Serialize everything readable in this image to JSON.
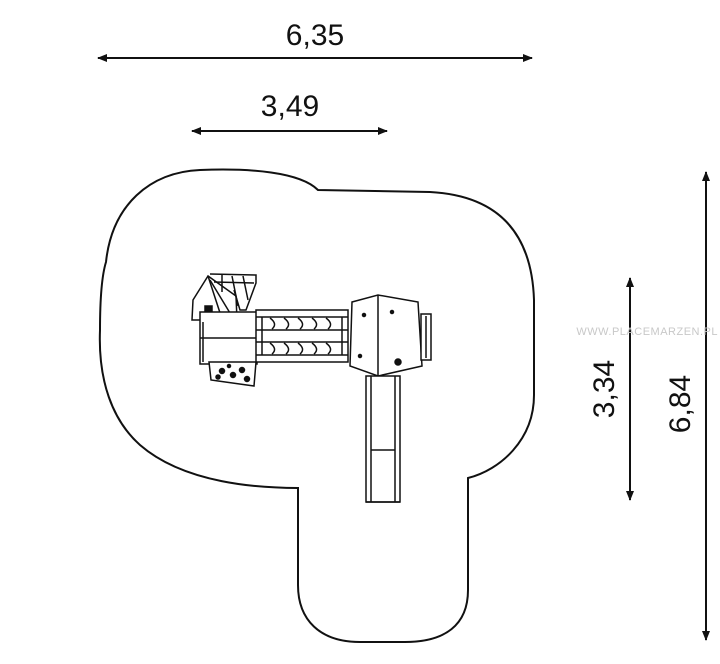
{
  "dimensions": {
    "total_width": "6,35",
    "structure_width": "3,49",
    "structure_depth": "3,34",
    "total_depth": "6,84"
  },
  "watermark": "WWW.PLACEMARZEN.PL",
  "colors": {
    "line": "#111111",
    "background": "#ffffff",
    "watermark": "#c8c8c8"
  }
}
